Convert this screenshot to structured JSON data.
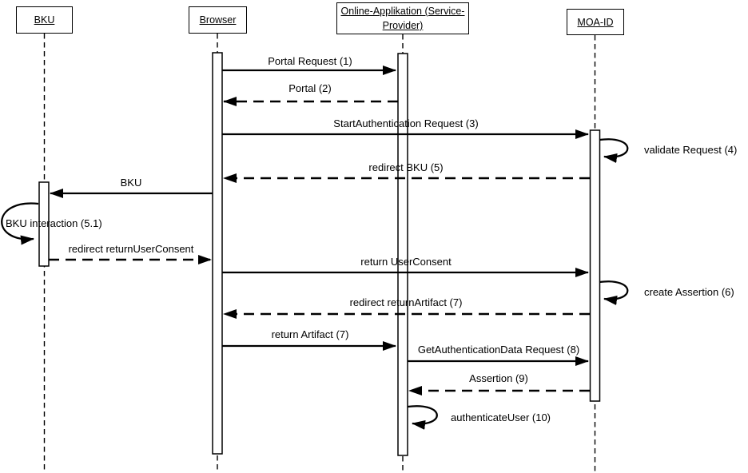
{
  "colors": {
    "line": "#000000",
    "background": "#ffffff",
    "text": "#000000"
  },
  "diagram_type": "uml-sequence-diagram",
  "actors": [
    {
      "id": "bku",
      "label": "BKU"
    },
    {
      "id": "browser",
      "label": "Browser"
    },
    {
      "id": "online_app",
      "label": "Online-Applikation (Service-Provider)"
    },
    {
      "id": "moa_id",
      "label": "MOA-ID"
    }
  ],
  "messages": [
    {
      "n": 1,
      "label": "Portal Request (1)",
      "from": "browser",
      "to": "online_app",
      "style": "solid"
    },
    {
      "n": 2,
      "label": "Portal (2)",
      "from": "online_app",
      "to": "browser",
      "style": "dashed"
    },
    {
      "n": 3,
      "label": "StartAuthentication Request (3)",
      "from": "browser",
      "to": "moa_id",
      "style": "solid"
    },
    {
      "n": 4,
      "label": "validate Request (4)",
      "from": "moa_id",
      "to": "moa_id",
      "style": "self"
    },
    {
      "n": 5,
      "label": "redirect BKU (5)",
      "from": "moa_id",
      "to": "browser",
      "style": "dashed"
    },
    {
      "n": 6,
      "label": "BKU",
      "from": "browser",
      "to": "bku",
      "style": "solid"
    },
    {
      "n": 7,
      "label": "BKU interaction (5.1)",
      "from": "bku",
      "to": "bku",
      "style": "self"
    },
    {
      "n": 8,
      "label": "redirect returnUserConsent",
      "from": "bku",
      "to": "browser",
      "style": "dashed"
    },
    {
      "n": 9,
      "label": "return UserConsent",
      "from": "browser",
      "to": "moa_id",
      "style": "solid"
    },
    {
      "n": 10,
      "label": "create Assertion (6)",
      "from": "moa_id",
      "to": "moa_id",
      "style": "self"
    },
    {
      "n": 11,
      "label": "redirect returnArtifact (7)",
      "from": "moa_id",
      "to": "browser",
      "style": "dashed"
    },
    {
      "n": 12,
      "label": "return Artifact (7)",
      "from": "browser",
      "to": "online_app",
      "style": "solid"
    },
    {
      "n": 13,
      "label": "GetAuthenticationData Request (8)",
      "from": "online_app",
      "to": "moa_id",
      "style": "solid"
    },
    {
      "n": 14,
      "label": "Assertion (9)",
      "from": "moa_id",
      "to": "online_app",
      "style": "dashed"
    },
    {
      "n": 15,
      "label": "authenticateUser (10)",
      "from": "online_app",
      "to": "online_app",
      "style": "self"
    }
  ]
}
